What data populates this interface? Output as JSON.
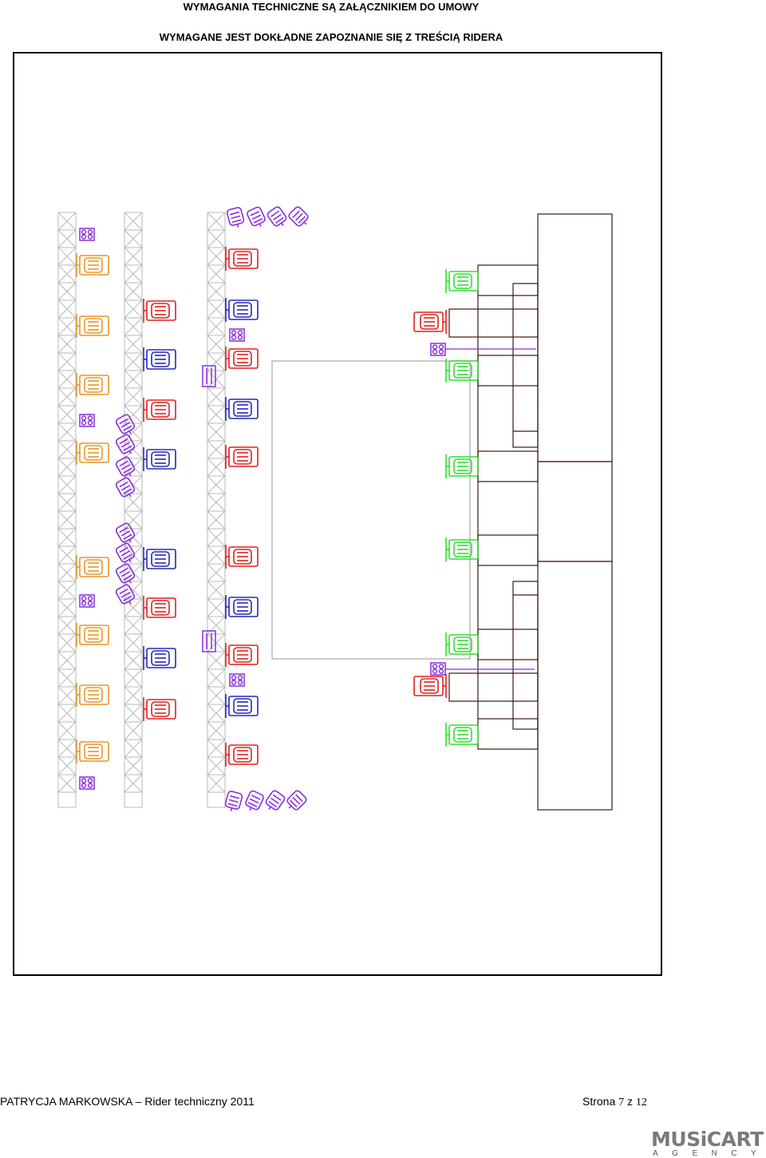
{
  "header": {
    "line1": "WYMAGANIA TECHNICZNE SĄ ZAŁĄCZNIKIEM DO UMOWY",
    "line2": "WYMAGANE JEST DOKŁADNE ZAPOZNANIE SIĘ Z TREŚCIĄ RIDERA"
  },
  "footer": {
    "left": "PATRYCJA MARKOWSKA – Rider techniczny 2011",
    "page_prefix": "Strona ",
    "page_current": "7",
    "page_sep": " z ",
    "page_total": "12"
  },
  "logo": {
    "word": "MUSiCART",
    "sub": "AGENCY"
  },
  "colors": {
    "truss": "#b8b8b8",
    "orange": "#e8962a",
    "red": "#e0201e",
    "blue": "#2428b8",
    "purple": "#8a2ee0",
    "green": "#2ee02e",
    "stage": "#3a1a10",
    "frame": "#000000"
  },
  "icons": [
    "orange-moving-head-icon",
    "red-moving-head-icon",
    "blue-moving-head-icon",
    "green-moving-head-icon",
    "purple-blinder-icon",
    "purple-par-can-icon",
    "purple-strobe-icon"
  ]
}
